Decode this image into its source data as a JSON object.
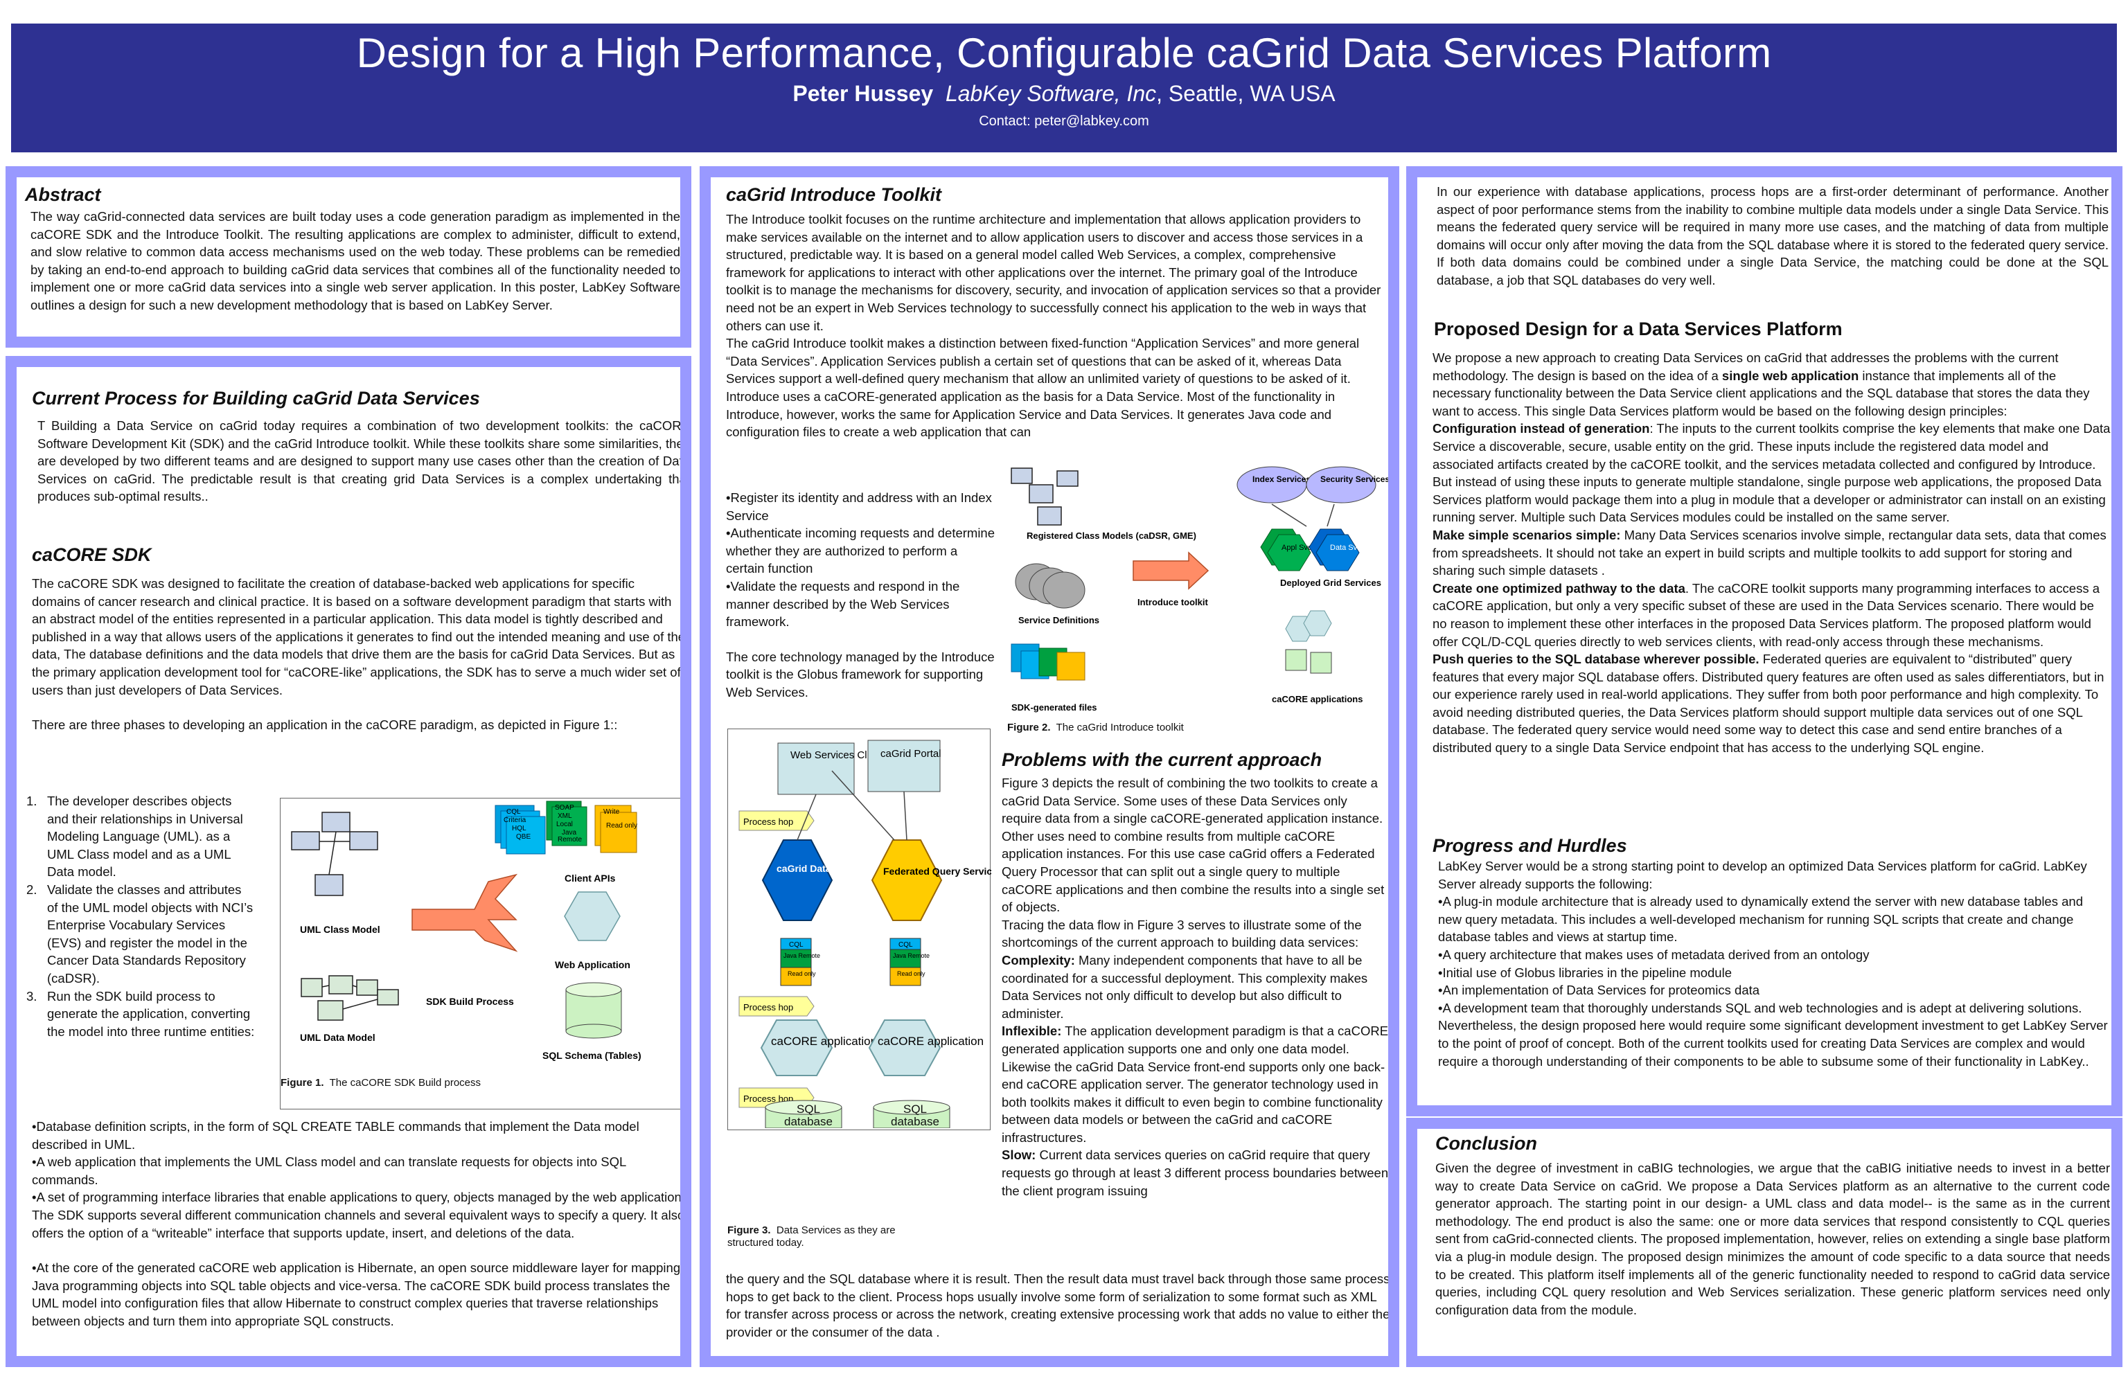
{
  "header": {
    "title": "Design for a High Performance, Configurable caGrid Data Services Platform",
    "author": "Peter Hussey",
    "org": "LabKey Software, Inc",
    "location": ", Seattle, WA USA",
    "contact": "Contact: peter@labkey.com"
  },
  "abstract": {
    "heading": "Abstract",
    "text": "The way caGrid-connected data services are built today uses a code generation paradigm as implemented in the caCORE SDK and the Introduce Toolkit. The resulting applications are complex to administer, difficult to extend, and slow relative to common data access mechanisms used on the web today. These problems can be remedied by taking an end-to-end approach to building caGrid data services that combines all of the functionality needed to implement one or more caGrid data services into a single web server application. In this poster, LabKey Software outlines a design for such a new development methodology that is based on LabKey Server."
  },
  "current": {
    "heading": "Current Process for Building caGrid Data Services",
    "text": "T Building a Data Service on caGrid today requires a combination of two development toolkits: the caCORE Software Development Kit (SDK) and the caGrid Introduce toolkit. While these toolkits share some similarities, they are developed by two different teams and are designed to support many use cases other than the creation of Data Services on caGrid. The predictable result is that creating grid Data Services is a complex undertaking that produces sub-optimal results.."
  },
  "sdk": {
    "heading": "caCORE SDK",
    "p1": "The caCORE SDK was designed to facilitate the creation of database-backed web applications for specific domains of cancer research and clinical practice. It is based on a software development paradigm that starts with an abstract model of the entities represented in a particular application. This data model is tightly described and published in a way that allows users of the applications it generates to find out the intended meaning and use of the data, The database definitions and the data models that drive them are the basis for caGrid Data Services. But as the primary application development tool for “caCORE-like” applications, the SDK has to serve a much wider set of users than just developers of Data Services.",
    "p2": "There are three phases to developing an application in the caCORE paradigm, as depicted in Figure 1::",
    "steps": [
      {
        "n": "1.",
        "t": "The developer describes objects and their relationships in Universal Modeling Language (UML). as a UML Class model and as a UML Data model."
      },
      {
        "n": "2.",
        "t": "Validate the classes and attributes of the UML model objects with NCI’s Enterprise Vocabulary Services (EVS) and register the model in the Cancer Data Standards Repository (caDSR)."
      },
      {
        "n": "3.",
        "t": "Run the SDK build process to generate the application, converting the model into three runtime entities:"
      }
    ],
    "bullets": [
      "•Database definition scripts, in the form of SQL CREATE TABLE commands that implement the Data model described in UML.",
      "•A web application that implements the UML Class model and can translate requests for objects into SQL commands.",
      "•A set of programming interface libraries that enable applications to query, objects managed by the web application. The SDK supports several different communication channels and several equivalent ways to specify a query. It also offers the option of a “writeable” interface that supports update, insert, and deletions of the data."
    ],
    "p3": "•At the core of the generated caCORE web application is Hibernate, an open source middleware layer for mapping Java programming objects into SQL table objects and vice-versa. The caCORE SDK build process translates the UML model into configuration files that allow Hibernate to construct complex queries that traverse relationships between objects and turn them into appropriate SQL constructs."
  },
  "fig1": {
    "uml_class": "UML Class Model",
    "uml_data": "UML Data Model",
    "build": "SDK Build Process",
    "client_apis": "Client APIs",
    "web_app": "Web Application",
    "sql_schema": "SQL Schema (Tables)",
    "card_a": [
      "QBE",
      "HQL",
      "Criteria",
      "CQL"
    ],
    "card_b": [
      "Java",
      "Remote",
      "Local",
      "XML",
      "SOAP"
    ],
    "card_c": [
      "Write",
      "Read only"
    ],
    "caption_label": "Figure 1.",
    "caption": "The caCORE SDK Build process"
  },
  "introduce": {
    "heading": "caGrid Introduce Toolkit",
    "p1": "The Introduce toolkit focuses on the runtime architecture and implementation that allows application providers to make services available on the internet and to allow application users to discover and access those services in a structured, predictable way. It is based on a general model called Web Services, a complex, comprehensive framework for applications to interact with other applications over the internet. The primary goal of the Introduce toolkit is to manage the mechanisms for discovery, security, and invocation of application services so that a provider need not be an expert in Web Services technology to successfully connect his application to the web in ways that others can use it.",
    "p2": "The caGrid Introduce toolkit makes a distinction between fixed-function “Application Services” and more general “Data Services”. Application Services publish a certain set of questions that can be asked of it, whereas Data Services support a well-defined query mechanism that allow an unlimited variety of questions to be asked of it. Introduce uses a caCORE-generated application as the basis for a Data Service. Most of the functionality in Introduce, however, works the same for Application Service and Data Services. It generates Java code and configuration files to create a web application that can",
    "bullets": [
      "•Register its identity and address with an Index Service",
      "•Authenticate incoming requests and determine whether they are authorized to perform a certain function",
      "•Validate the requests and respond in the manner described by the Web Services framework."
    ],
    "p3": "The core technology managed by the Introduce toolkit is the Globus framework for supporting Web Services."
  },
  "fig2": {
    "registered": "Registered Class Models (caDSR, GME)",
    "service_defs": "Service Definitions",
    "sdk_files": "SDK-generated files",
    "introduce_toolkit": "Introduce toolkit",
    "index": "Index Services",
    "security": "Security Services",
    "appl": "Appl Svcs",
    "data": "Data Svcs",
    "deployed": "Deployed Grid Services",
    "cacore_apps": "caCORE applications",
    "caption_label": "Figure 2.",
    "caption": "The caGrid Introduce toolkit"
  },
  "fig3": {
    "web_clients": "Web Services Clients",
    "portal": "caGrid Portal",
    "process_hop": "Process hop",
    "cagrid_ds": "caGrid Data Service",
    "federated": "Federated Query Service",
    "cql": "CQL",
    "java_remote": "Java Remote",
    "read_only": "Read only",
    "cacore_app": "caCORE application",
    "sql_db": "SQL database",
    "caption_label": "Figure 3.",
    "caption": "Data Services as they are structured today."
  },
  "problems": {
    "heading": "Problems with the current approach",
    "p1": "Figure 3 depicts the result of combining the two toolkits to create a caGrid Data Service. Some uses of these Data Services only require data from a single caCORE-generated application instance. Other uses need to combine results from multiple caCORE application instances. For this use case caGrid offers a Federated Query Processor that can split out a single query to multiple caCORE applications and then combine the results into a single set of objects.",
    "p2": "Tracing the data flow in Figure 3 serves to illustrate some of the shortcomings of the current approach to building data services:",
    "complexity_label": "Complexity:",
    "complexity": " Many independent components that have to all be coordinated for a successful deployment. This complexity makes Data Services not only difficult to develop but also difficult to administer.",
    "inflexible_label": "Inflexible:",
    "inflexible": " The application development paradigm is that a caCORE generated application supports one and only one data model. Likewise the caGrid Data Service front-end supports only one back-end caCORE application server. The generator technology used in both toolkits makes it difficult to even begin to combine functionality between data models or between the caGrid and caCORE infrastructures.",
    "slow_label": "Slow:",
    "slow": " Current data services queries on caGrid require that query requests go through at least 3 different process boundaries between the client program issuing",
    "cont": "the query and the SQL database where it is result. Then the result data must travel back through those same process hops to get back to the client. Process hops usually involve some form of serialization to some format such as XML for transfer across process or across the network, creating extensive processing work that adds no value to either the provider or the consumer of the data ."
  },
  "right_top": {
    "intro": "In our experience with database applications, process hops are a first-order determinant of performance. Another aspect of poor performance stems from the inability to combine multiple data models under a single Data Service. This means the federated query service will be required in many more use cases, and the matching of data from multiple domains will occur only after moving the data from the SQL database where it is stored to the federated query service. If both data domains could be combined under a single Data Service, the matching could be done at the SQL database, a job that SQL databases do very well.",
    "proposed_heading": "Proposed Design for a Data Services Platform",
    "proposed_p1a": "We propose a new approach to creating Data Services on caGrid that addresses the problems with the current methodology. The design is based on the idea of a ",
    "proposed_p1b": "single web application",
    "proposed_p1c": " instance that implements all of the necessary functionality between the Data Service client applications and the SQL database that stores the data they want to access. This single Data Services platform would be based on the following design principles:",
    "config_label": "Configuration instead of generation",
    "config": ": The inputs to the current toolkits comprise the key elements that make one Data Service a discoverable, secure, usable entity on the grid. These inputs include the registered data model and associated artifacts created by the caCORE toolkit, and the services metadata collected and configured by Introduce. But instead of using these inputs to generate multiple standalone, single purpose web applications, the proposed Data Services platform would package them into a plug in module that a developer or administrator can install on an existing running server. Multiple such Data Services modules could be installed on the same server.",
    "simple_label": "Make simple scenarios simple:",
    "simple": " Many Data Services scenarios involve simple, rectangular data sets, data that comes from spreadsheets. It should not take an expert in build scripts and multiple toolkits to add support for storing and sharing such simple datasets .",
    "pathway_label": "Create one optimized pathway to the data",
    "pathway": ". The caCORE toolkit supports many programming interfaces to access a caCORE application, but only a very specific subset of these are used in the Data Services scenario. There would be no reason to implement these other interfaces in the proposed Data Services platform. The proposed platform would offer CQL/D-CQL queries directly to web services clients, with read-only access through these mechanisms.",
    "push_label": "Push queries to the SQL database wherever possible.",
    "push": " Federated queries are equivalent to “distributed” query features that every major SQL database offers. Distributed query features are often used as sales differentiators, but in our experience rarely used in real-world applications. They suffer from both poor performance and high complexity. To avoid needing distributed queries, the Data Services platform should support multiple data services out of one SQL database. The federated query service would need some way to detect this case and send entire branches of a distributed query to a single Data Service endpoint that has access to the underlying SQL engine.",
    "progress_heading": "Progress and Hurdles",
    "progress_p1": "LabKey Server would be a strong starting point to develop an optimized Data Services platform for caGrid. LabKey Server already supports the following:",
    "progress_bullets": [
      "•A plug-in module architecture that is already used to dynamically extend the server with new database tables and new query metadata. This includes a well-developed mechanism for running SQL scripts that create and change database tables and views at startup time.",
      "•A query architecture that makes uses of metadata derived from an ontology",
      "•Initial use of Globus libraries in the pipeline module",
      "•An implementation of Data Services for proteomics data",
      "•A development team that thoroughly understands SQL and web technologies and is adept at delivering solutions."
    ],
    "progress_p2": "Nevertheless, the design proposed here would require some significant development investment to get LabKey Server to the point of proof of concept. Both of the current toolkits used for creating Data Services are complex and would require a thorough understanding of their components to be able to subsume some of their functionality in LabKey.."
  },
  "conclusion": {
    "heading": "Conclusion",
    "text": "Given the degree of investment in caBIG technologies, we argue that the caBIG initiative needs to invest in a better way to create Data Service on caGrid. We propose a Data Services platform as an alternative to the current code generator approach. The starting point in our design- a UML class and data model-- is the same as in the current methodology. The end product is also the same: one or more data services that respond consistently to CQL queries sent from caGrid-connected clients. The proposed implementation, however, relies on extending a single base platform via a plug-in module design. The proposed design minimizes the amount of code specific to a data source that needs to be created. This platform itself implements all of the generic functionality needed to respond to caGrid data service queries, including CQL query resolution and Web Services serialization. These generic platform services need only configuration data from the module."
  },
  "colors": {
    "header_blue": "#2e3192",
    "panel_border": "#9999ff",
    "process_hop": "#ffff99",
    "hex_blue": "#0066cc",
    "hex_orange": "#ffcc00",
    "hex_light": "#cce6ea",
    "arrow_orange": "#ff7f50"
  }
}
